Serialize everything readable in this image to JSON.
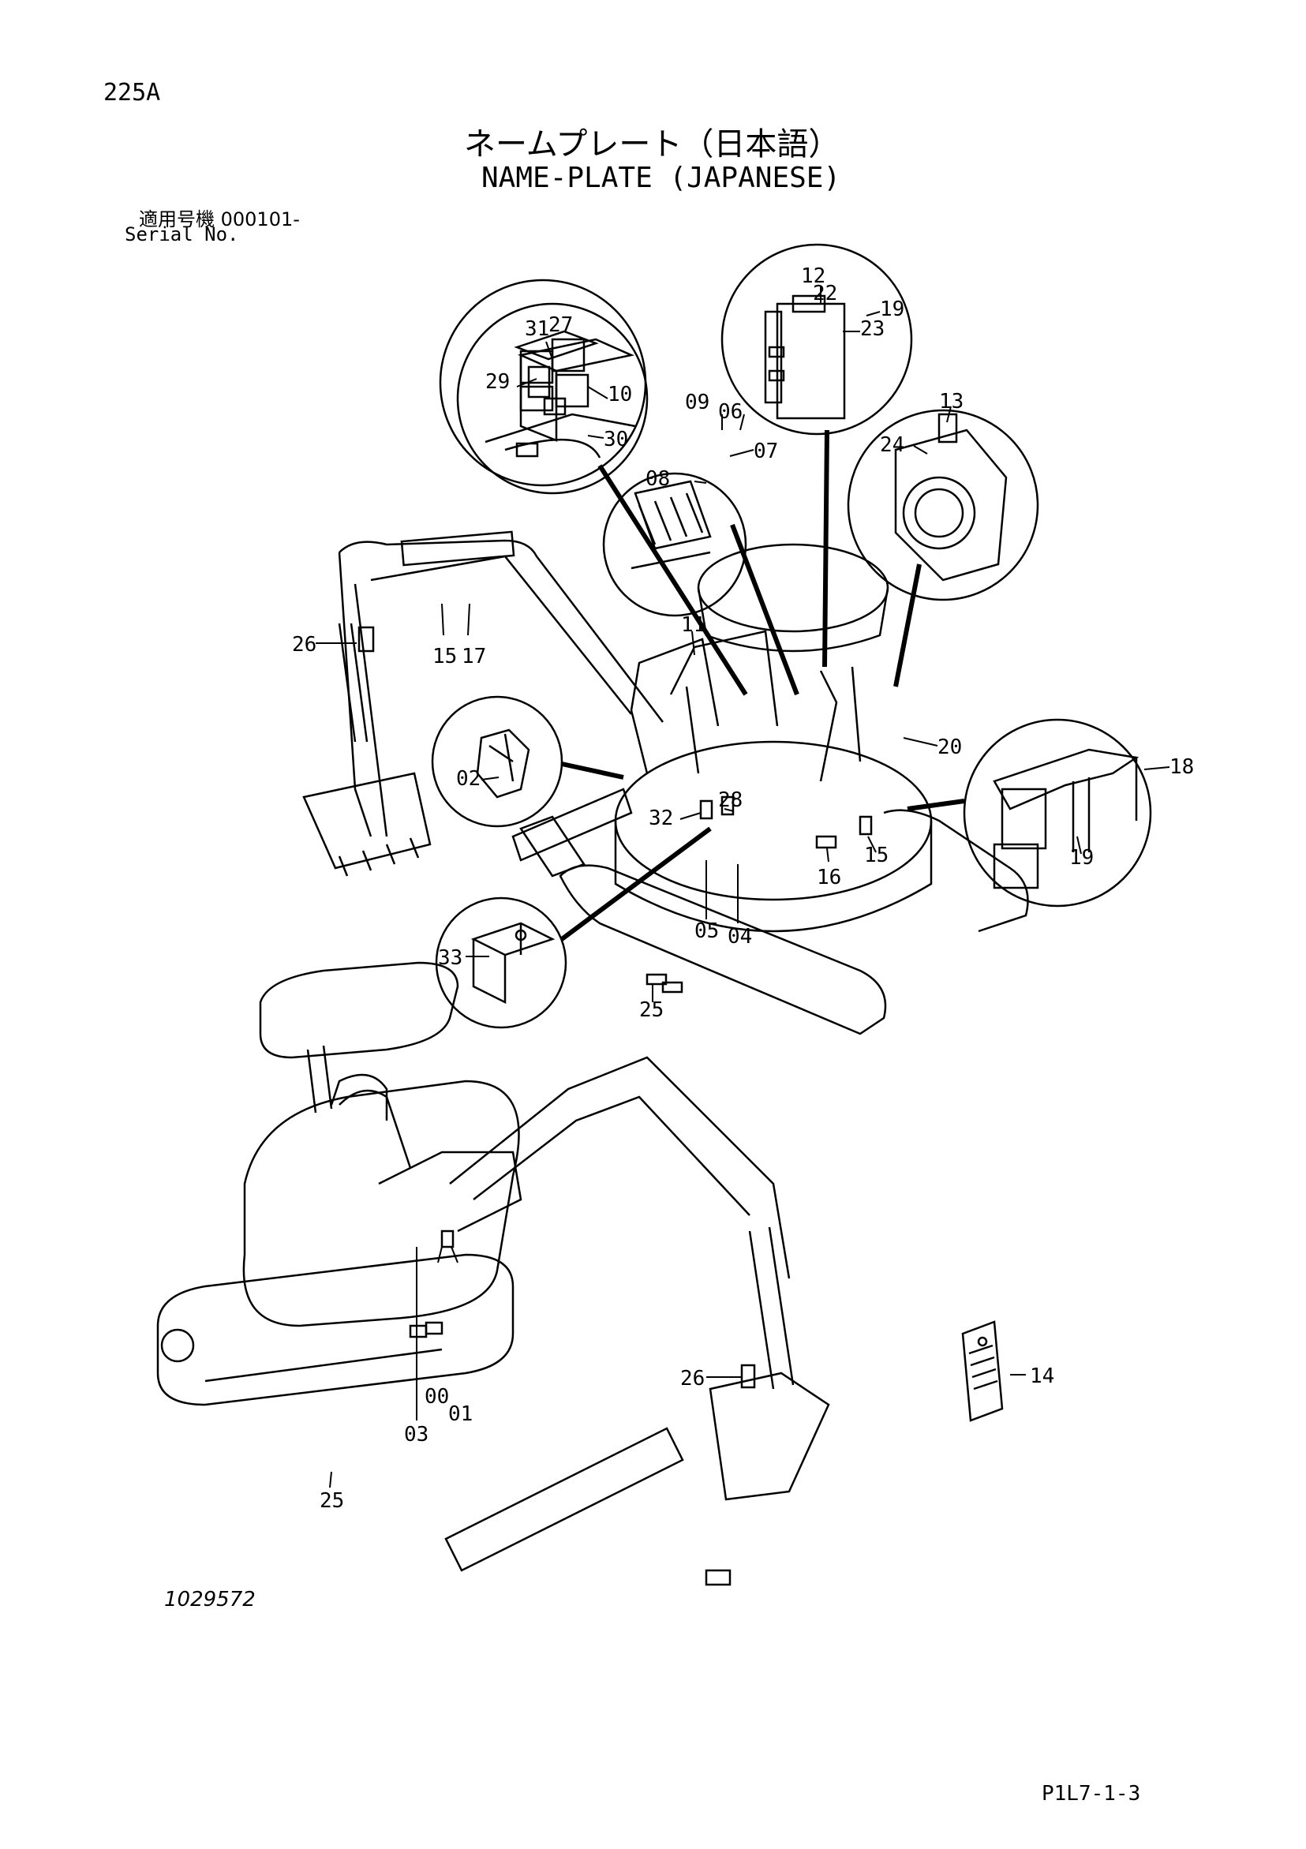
{
  "header": {
    "page_code": "225A",
    "title_jp": "ネームプレート（日本語）",
    "title_en": "NAME-PLATE (JAPANESE)",
    "serial_jp": "適用号機  000101-",
    "serial_label": "Serial No."
  },
  "footer": {
    "drawing_number": "1029572",
    "page_reference": "P1L7-1-3"
  },
  "callouts": {
    "c12": "12",
    "c22": "22",
    "c19a": "19",
    "c23": "23",
    "c31": "31",
    "c27": "27",
    "c29": "29",
    "c10": "10",
    "c30": "30",
    "c09": "09",
    "c06": "06",
    "c07": "07",
    "c08": "08",
    "c13": "13",
    "c24": "24",
    "c26a": "26",
    "c15a": "15",
    "c17": "17",
    "c11": "11",
    "c20": "20",
    "c02": "02",
    "c18": "18",
    "c19b": "19",
    "c32": "32",
    "c28": "28",
    "c15b": "15",
    "c16": "16",
    "c05": "05",
    "c04": "04",
    "c33": "33",
    "c25a": "25",
    "c26b": "26",
    "c14": "14",
    "c00": "00",
    "c01": "01",
    "c03": "03",
    "c25b": "25"
  }
}
